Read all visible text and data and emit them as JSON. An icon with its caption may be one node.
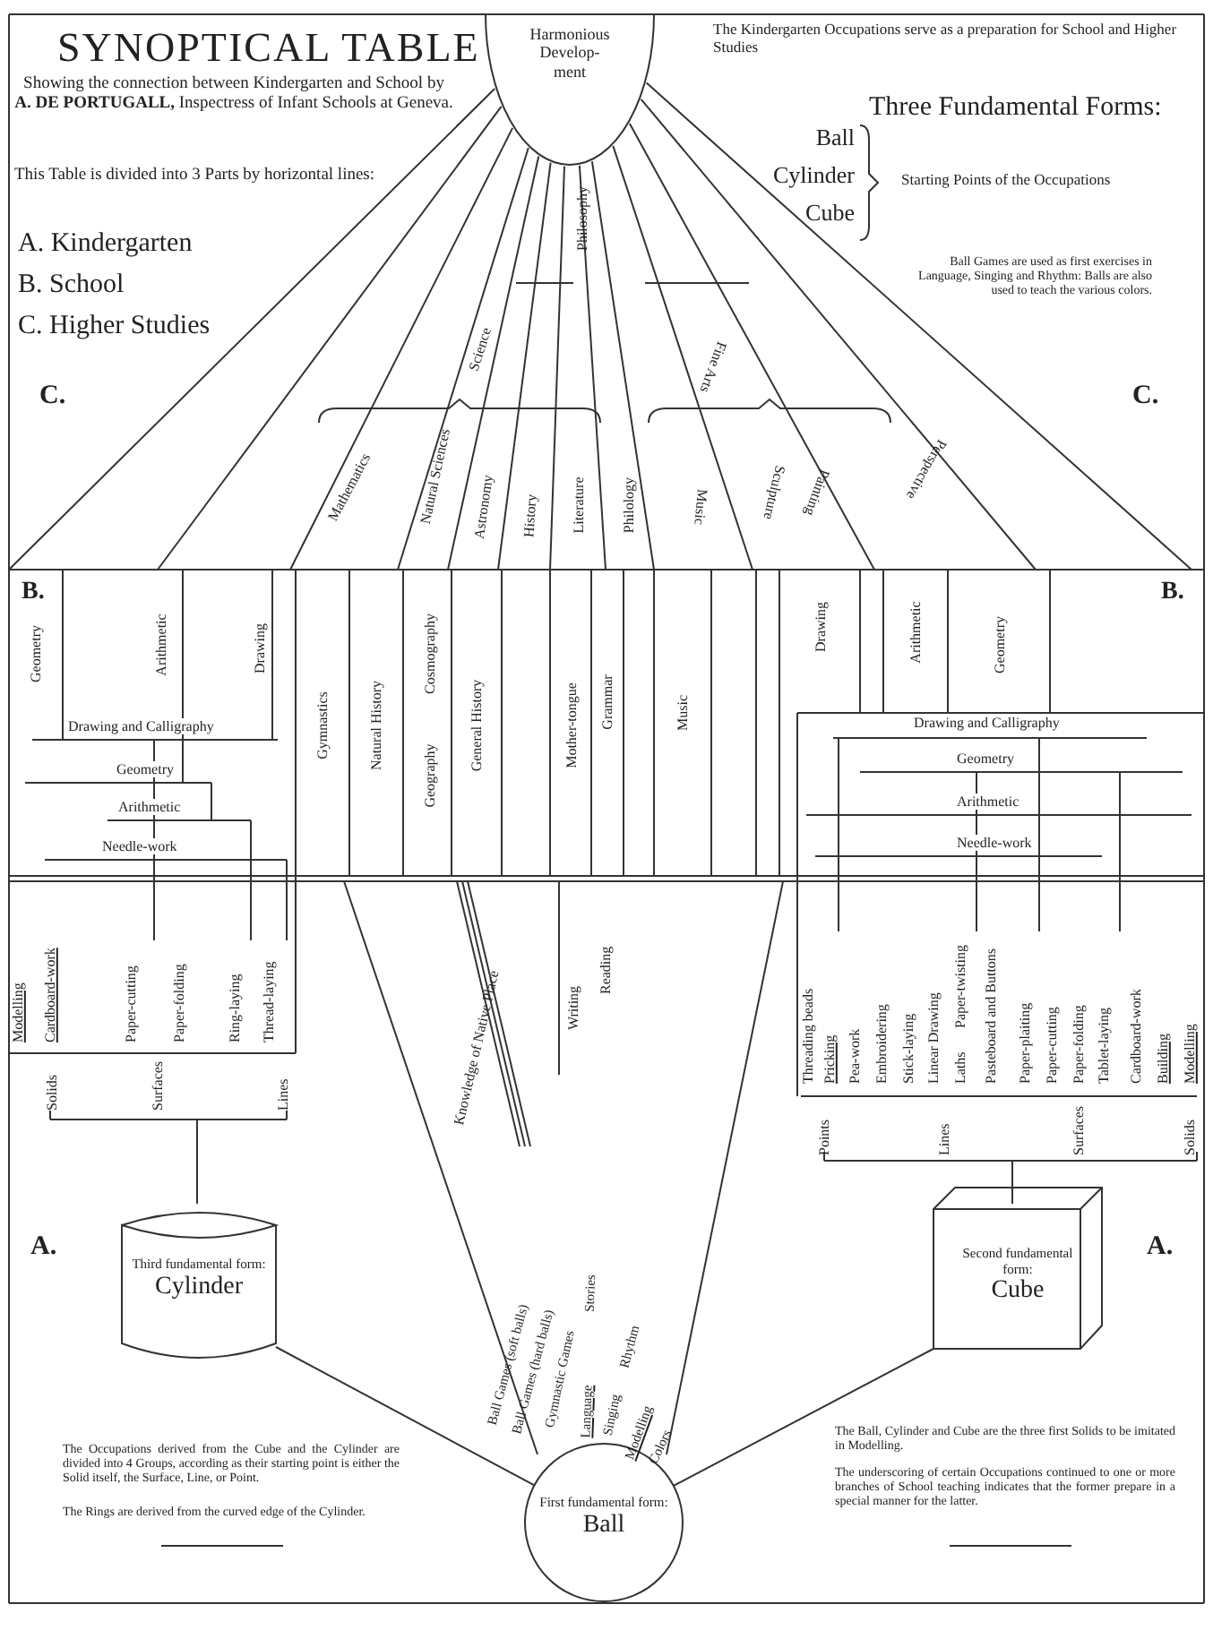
{
  "diagram": {
    "title": "SYNOPTICAL TABLE",
    "nodes": [
      {
        "text": [
          "Harmonious Develop- ment"
        ]
      },
      {
        "text": [
          "Third fundamental form:",
          "Cylinder"
        ]
      },
      {
        "text": [
          "Second fundamental form:",
          "Cube"
        ]
      },
      {
        "text": [
          "First fundamental form:",
          "Ball"
        ]
      }
    ],
    "edges": [
      {
        "from": 1,
        "to": 3,
        "arrow": "none"
      },
      {
        "from": 2,
        "to": 3,
        "arrow": "none"
      }
    ],
    "labels": [
      "Showing the connection between Kindergarten and School by **A. DE PORTUGALL,** Inspectress of Infant Schools at Geneva.",
      "This Table is divided into 3 Parts by horizontal lines:",
      "A. Kindergarten",
      "B. School",
      "C. Higher Studies",
      "The Kindergarten Occupations serve as a preparation for School and Higher Studies",
      "Three Fundamental Forms:",
      "Ball",
      "Cylinder",
      "Cube",
      "Starting Points of the Occupations",
      "Ball Games are used as first exercises in Language, Singing and Rhythm: Balls are also used to teach the various colors.",
      "C.",
      "C.",
      "Philosophy",
      "Science",
      "Fine Arts",
      "Mathematics",
      "Natural Sciences",
      "Astronomy",
      "History",
      "Literature",
      "Philology",
      "Music",
      "Sculpture",
      "Painting",
      "Perspective",
      "B.",
      "B.",
      "Geometry",
      "Arithmetic",
      "Drawing",
      "Drawing and Calligraphy",
      "Geometry",
      "Arithmetic",
      "Needle-work",
      "Gymnastics",
      "Natural History",
      "Cosmography",
      "Geography",
      "General History",
      "Mother-tongue",
      "Grammar",
      "Music",
      "Drawing",
      "Arithmetic",
      "Geometry",
      "Drawing and Calligraphy",
      "Geometry",
      "Arithmetic",
      "Needle-work",
      "Modelling",
      "Cardboard-work",
      "Paper-cutting",
      "Paper-folding",
      "Ring-laying",
      "Thread-laying",
      "Solids",
      "Surfaces",
      "Lines",
      "Knowledge of Native Place",
      "Writing",
      "Reading",
      "Threading beads",
      "Pricking",
      "Pea-work",
      "Embroidering",
      "Stick-laying",
      "Linear Drawing",
      "Laths",
      "Paper-twisting",
      "Pasteboard and Buttons",
      "Paper-plaiting",
      "Paper-cutting",
      "Paper-folding",
      "Tablet-laying",
      "Cardboard-work",
      "Building",
      "Modelling",
      "Points",
      "Lines",
      "Surfaces",
      "Solids",
      "A.",
      "A.",
      "Ball Games (soft balls)",
      "Ball Games (hard balls)",
      "Gymnastic Games",
      "Stories",
      "Language",
      "Singing",
      "Rhythm",
      "Modelling",
      "Colors",
      "The Occupations derived from the Cube and the Cylinder are divided into 4 Groups, according as their starting point is either the Solid itself, the Surface, Line, or Point.",
      "The Rings are derived from the curved edge of the Cylinder.",
      "The Ball, Cylinder and Cube are the three first Solids to be imitated in Modelling.",
      "The underscoring of certain Occupations continued to one or more branches of School teaching indicates that the former prepare in a special manner for the latter."
    ]
  }
}
